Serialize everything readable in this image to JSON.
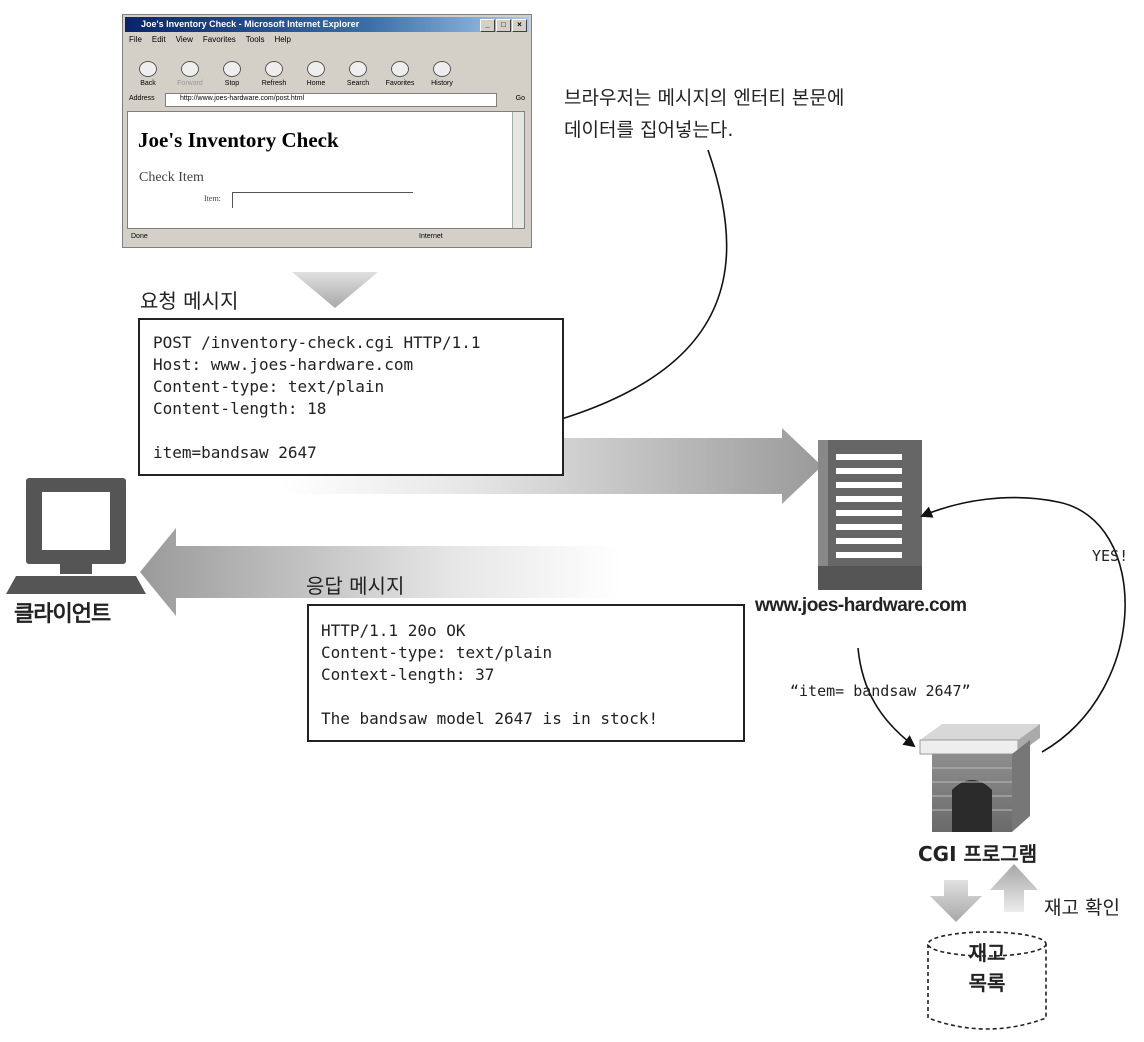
{
  "browser": {
    "window_title": "Joe's Inventory Check - Microsoft Internet Explorer",
    "menu": [
      "File",
      "Edit",
      "View",
      "Favorites",
      "Tools",
      "Help"
    ],
    "toolbar": [
      "Back",
      "Forward",
      "Stop",
      "Refresh",
      "Home",
      "Search",
      "Favorites",
      "History"
    ],
    "address_label": "Address",
    "url": "http://www.joes-hardware.com/post.html",
    "go_label": "Go",
    "page_title": "Joe's Inventory Check",
    "form_heading": "Check Item",
    "item_label": "Item:",
    "status_left": "Done",
    "status_zone": "Internet"
  },
  "annotation": {
    "line1": "브라우저는 메시지의 엔터티 본문에",
    "line2": "데이터를 집어넣는다."
  },
  "request": {
    "label": "요청 메시지",
    "lines": [
      "POST /inventory-check.cgi HTTP/1.1",
      "Host: www.joes-hardware.com",
      "Content-type: text/plain",
      "Content-length: 18",
      "",
      "item=bandsaw 2647"
    ]
  },
  "response": {
    "label": "응답 메시지",
    "lines": [
      "HTTP/1.1 20o OK",
      "Content-type: text/plain",
      "Context-length: 37",
      "",
      "The bandsaw model 2647 is in stock!"
    ]
  },
  "client_label": "클라이언트",
  "server_label": "www.joes-hardware.com",
  "cgi_input": "“item= bandsaw 2647”",
  "cgi_reply": "YES!",
  "cgi_label": "CGI 프로그램",
  "inventory_check": "재고 확인",
  "database": {
    "line1": "재고",
    "line2": "목록"
  }
}
